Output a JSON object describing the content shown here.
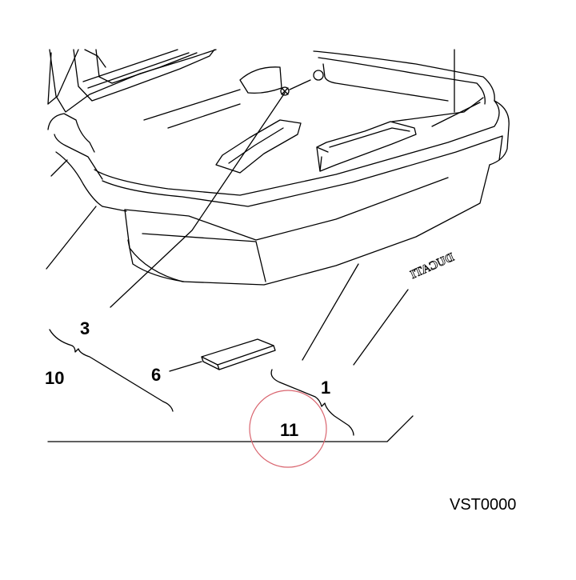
{
  "callouts": {
    "c1": "1",
    "c3": "3",
    "c6": "6",
    "c10": "10",
    "c11": "11"
  },
  "decal_text": "DUCATI",
  "drawing_code": "VST0000",
  "colors": {
    "line": "#000000",
    "highlight_circle": "#d9646e",
    "background": "#ffffff"
  }
}
